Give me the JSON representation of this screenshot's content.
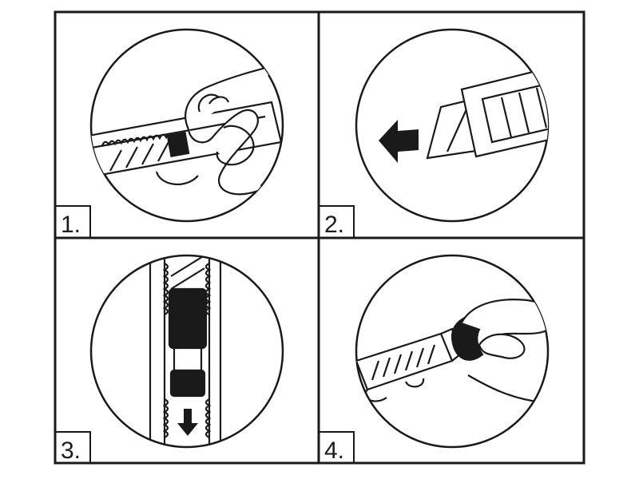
{
  "colors": {
    "ink": "#1a1a1a",
    "paper": "#ffffff"
  },
  "steps": [
    {
      "label": "1.",
      "icon": "thumb-pushing-slider-icon"
    },
    {
      "label": "2.",
      "icon": "blade-arrow-left-icon"
    },
    {
      "label": "3.",
      "icon": "slider-arrow-down-icon"
    },
    {
      "label": "4.",
      "icon": "blade-snap-with-pliers-icon"
    }
  ]
}
